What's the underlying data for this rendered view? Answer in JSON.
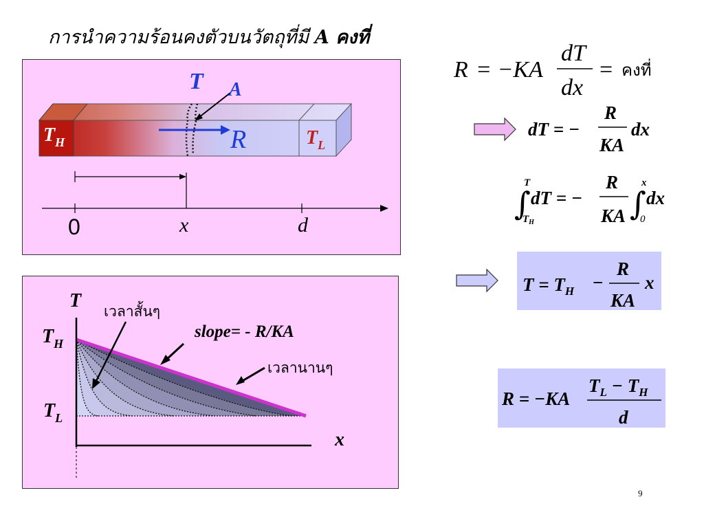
{
  "title": {
    "prefix": "การนำความร้อนคงตัวบนวัตถุที่มี ",
    "symbol": "A",
    "suffix": " คงที่"
  },
  "bar_diagram": {
    "T_label": "T",
    "A_label": "A",
    "R_label": "R",
    "TH_main": "T",
    "TH_sub": "H",
    "TL_main": "T",
    "TL_sub": "L",
    "axis_0": "0",
    "axis_x": "x",
    "axis_d": "d"
  },
  "profile_diagram": {
    "y_axis": "T",
    "x_axis": "x",
    "TH_main": "T",
    "TH_sub": "H",
    "TL_main": "T",
    "TL_sub": "L",
    "short_time": "เวลาสั้นๆ",
    "long_time": "เวลานานๆ",
    "slope": "slope= - R/KA"
  },
  "equations": {
    "eq1_constant": "คงที่",
    "eq1_R": "R",
    "eq1_KA": "= −KA",
    "eq1_dT": "dT",
    "eq1_dx": "dx",
    "eq1_eq": "=",
    "eq2_lhs": "dT = −",
    "eq2_num": "R",
    "eq2_den": "KA",
    "eq2_rhs": "dx",
    "eq3_upper": "T",
    "eq3_lower_main": "T",
    "eq3_lower_sub": "H",
    "eq3_lhs": "dT = −",
    "eq3_num": "R",
    "eq3_den": "KA",
    "eq3_upper2": "x",
    "eq3_lower2": "0",
    "eq3_rhs": "dx",
    "eq4_lhs": "T = T",
    "eq4_sub": "H",
    "eq4_minus": "−",
    "eq4_num": "R",
    "eq4_den": "KA",
    "eq4_rhs": "x",
    "eq5_lhs": "R = −KA",
    "eq5_num_a": "T",
    "eq5_num_a_sub": "L",
    "eq5_num_minus": " − T",
    "eq5_num_b_sub": "H",
    "eq5_den": "d"
  },
  "page_number": "9",
  "colors": {
    "panel_bg": "#ffccff",
    "eq_box": "#ccccff",
    "hot_red": "#c0211c",
    "arrow_blue": "#1f3cd6",
    "slope_line": "#cc33cc"
  }
}
